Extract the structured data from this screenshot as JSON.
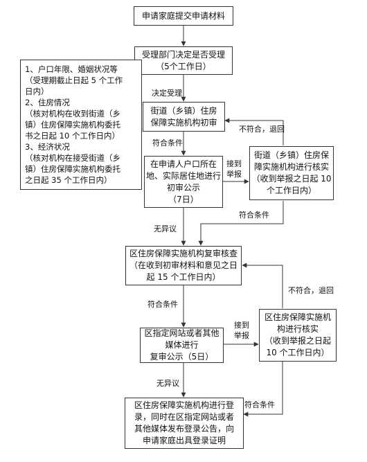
{
  "nodes": {
    "n1": {
      "lines": [
        "申请家庭提交申请材料"
      ]
    },
    "n2": {
      "lines": [
        "受理部门决定是否受理",
        "（5个工作日）"
      ]
    },
    "note": {
      "lines": [
        "1、户口年限、婚姻状况等",
        "（受理期截止日起 5 个工作",
        "日内）",
        "2、住房情况",
        "（核对机构在收到街道（乡",
        "镇）住房保障实施机构委托",
        "书之日起 10 个工作日内）",
        "3、经济状况",
        "（核对机构在接受街道（乡",
        "镇）住房保障实施机构委托",
        "之日起 35 个工作日内）"
      ]
    },
    "n3": {
      "lines": [
        "街道（乡镇）住房",
        "保障实施机构初审"
      ]
    },
    "n4": {
      "lines": [
        "在申请人户口所在",
        "地、实际居住地进行",
        "初审公示",
        "（7日）"
      ]
    },
    "n5": {
      "lines": [
        "街道（乡镇）住房保",
        "障实施机构进行核实",
        "（收到举报之日起 10",
        "个工作日内）"
      ]
    },
    "n6": {
      "lines": [
        "区住房保障实施机构复审核查",
        "（在收到初审材料和意见之日",
        "起 15 个工作日内）"
      ]
    },
    "n7": {
      "lines": [
        "区指定网站或者其他",
        "媒体进行",
        "复审公示（5日）"
      ]
    },
    "n8": {
      "lines": [
        "区住房保障实施机",
        "构进行核实",
        "（收到举报之日起",
        "10 个工作日内）"
      ]
    },
    "n9": {
      "lines": [
        "区住房保障实施机构进行登",
        "录，同时在区指定网站或者",
        "其他媒体发布登录公告，向",
        "申请家庭出具登录证明"
      ]
    }
  },
  "labels": {
    "decide": "决定受理",
    "meet1": "符合条件",
    "report1a": "接到",
    "report1b": "举报",
    "reject1": "不符合，退回",
    "noobj1": "无异议",
    "meet2": "符合条件",
    "meet3": "符合条件",
    "report2a": "接到",
    "report2b": "举报",
    "reject2": "不符合，退回",
    "noobj2": "无异议",
    "meet4": "符合条件"
  }
}
